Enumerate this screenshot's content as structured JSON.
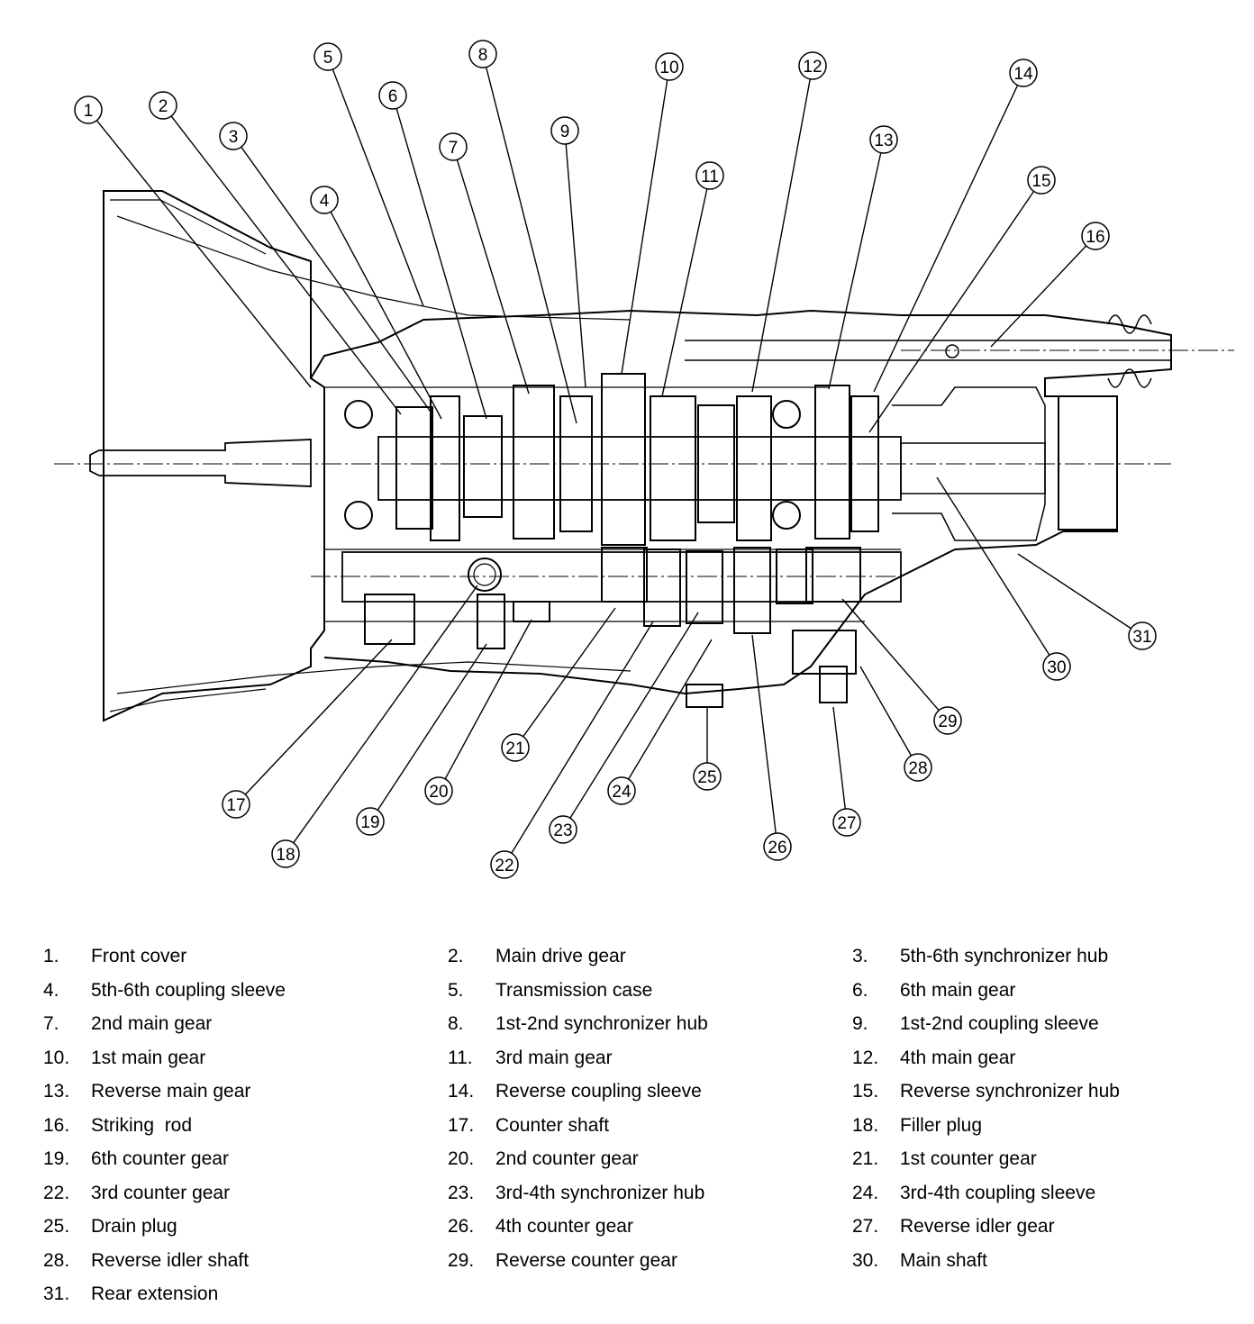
{
  "callouts": [
    {
      "n": "1",
      "label": "Front cover"
    },
    {
      "n": "2",
      "label": "Main drive gear"
    },
    {
      "n": "3",
      "label": "5th-6th synchronizer hub"
    },
    {
      "n": "4",
      "label": "5th-6th coupling sleeve"
    },
    {
      "n": "5",
      "label": "Transmission case"
    },
    {
      "n": "6",
      "label": "6th main gear"
    },
    {
      "n": "7",
      "label": "2nd main gear"
    },
    {
      "n": "8",
      "label": "1st-2nd synchronizer hub"
    },
    {
      "n": "9",
      "label": "1st-2nd coupling sleeve"
    },
    {
      "n": "10",
      "label": "1st main gear"
    },
    {
      "n": "11",
      "label": "3rd main gear"
    },
    {
      "n": "12",
      "label": "4th main gear"
    },
    {
      "n": "13",
      "label": "Reverse main gear"
    },
    {
      "n": "14",
      "label": "Reverse coupling sleeve"
    },
    {
      "n": "15",
      "label": "Reverse synchronizer hub"
    },
    {
      "n": "16",
      "label": "Striking  rod"
    },
    {
      "n": "17",
      "label": "Counter shaft"
    },
    {
      "n": "18",
      "label": "Filler plug"
    },
    {
      "n": "19",
      "label": "6th counter gear"
    },
    {
      "n": "20",
      "label": "2nd counter gear"
    },
    {
      "n": "21",
      "label": "1st counter gear"
    },
    {
      "n": "22",
      "label": "3rd counter gear"
    },
    {
      "n": "23",
      "label": "3rd-4th synchronizer hub"
    },
    {
      "n": "24",
      "label": "3rd-4th coupling sleeve"
    },
    {
      "n": "25",
      "label": "Drain plug"
    },
    {
      "n": "26",
      "label": "4th counter gear"
    },
    {
      "n": "27",
      "label": "Reverse idler gear"
    },
    {
      "n": "28",
      "label": "Reverse idler shaft"
    },
    {
      "n": "29",
      "label": "Reverse counter gear"
    },
    {
      "n": "30",
      "label": "Main shaft"
    },
    {
      "n": "31",
      "label": "Rear extension"
    }
  ],
  "legend": [
    {
      "num": "1.",
      "label": "Front cover"
    },
    {
      "num": "2.",
      "label": "Main drive gear"
    },
    {
      "num": "3.",
      "label": "5th-6th synchronizer hub"
    },
    {
      "num": "4.",
      "label": "5th-6th coupling sleeve"
    },
    {
      "num": "5.",
      "label": "Transmission case"
    },
    {
      "num": "6.",
      "label": "6th main gear"
    },
    {
      "num": "7.",
      "label": "2nd main gear"
    },
    {
      "num": "8.",
      "label": "1st-2nd synchronizer hub"
    },
    {
      "num": "9.",
      "label": "1st-2nd coupling sleeve"
    },
    {
      "num": "10.",
      "label": "1st main gear"
    },
    {
      "num": "11.",
      "label": "3rd main gear"
    },
    {
      "num": "12.",
      "label": "4th main gear"
    },
    {
      "num": "13.",
      "label": "Reverse main gear"
    },
    {
      "num": "14.",
      "label": "Reverse coupling sleeve"
    },
    {
      "num": "15.",
      "label": "Reverse synchronizer hub"
    },
    {
      "num": "16.",
      "label": "Striking  rod"
    },
    {
      "num": "17.",
      "label": "Counter shaft"
    },
    {
      "num": "18.",
      "label": "Filler plug"
    },
    {
      "num": "19.",
      "label": "6th counter gear"
    },
    {
      "num": "20.",
      "label": "2nd counter gear"
    },
    {
      "num": "21.",
      "label": "1st counter gear"
    },
    {
      "num": "22.",
      "label": "3rd counter gear"
    },
    {
      "num": "23.",
      "label": "3rd-4th synchronizer hub"
    },
    {
      "num": "24.",
      "label": "3rd-4th coupling sleeve"
    },
    {
      "num": "25.",
      "label": "Drain plug"
    },
    {
      "num": "26.",
      "label": "4th counter gear"
    },
    {
      "num": "27.",
      "label": "Reverse idler gear"
    },
    {
      "num": "28.",
      "label": "Reverse idler shaft"
    },
    {
      "num": "29.",
      "label": "Reverse counter gear"
    },
    {
      "num": "30.",
      "label": "Main shaft"
    },
    {
      "num": "31.",
      "label": "Rear extension"
    }
  ]
}
